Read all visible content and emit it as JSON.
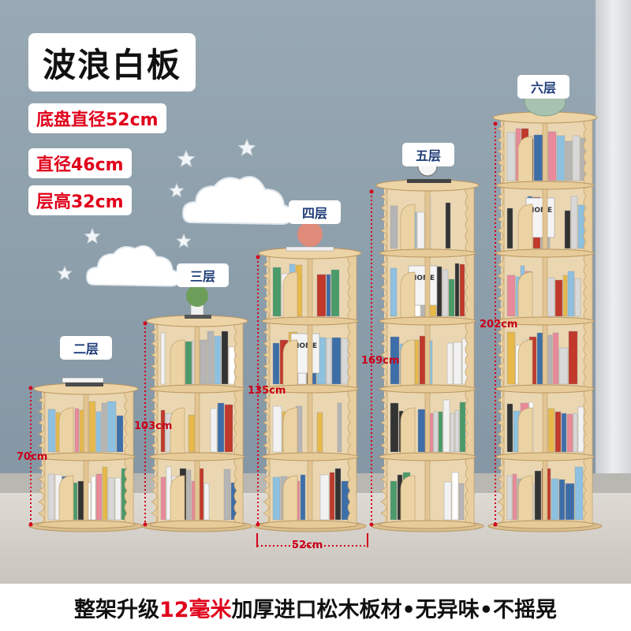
{
  "title": "波浪白板",
  "specs": [
    "底盘直径52cm",
    "直径46cm",
    "层高32cm"
  ],
  "tiers": [
    {
      "label": "二层",
      "height": "70cm"
    },
    {
      "label": "三层",
      "height": "103cm"
    },
    {
      "label": "四层",
      "height": "135cm"
    },
    {
      "label": "五层",
      "height": "169cm"
    },
    {
      "label": "六层",
      "height": "202cm"
    }
  ],
  "base_width": "52cm",
  "book_text": "HOME",
  "caption": {
    "before": "整架升级",
    "highlight": "12毫米",
    "after": "加厚进口松木板材•无异味•不摇晃"
  },
  "colors": {
    "wall": "#8fa0ad",
    "floor": "#d4d0ca",
    "wood": "#e6cc9e",
    "accent_red": "#e0001b",
    "tag_text": "#1f3c78"
  }
}
